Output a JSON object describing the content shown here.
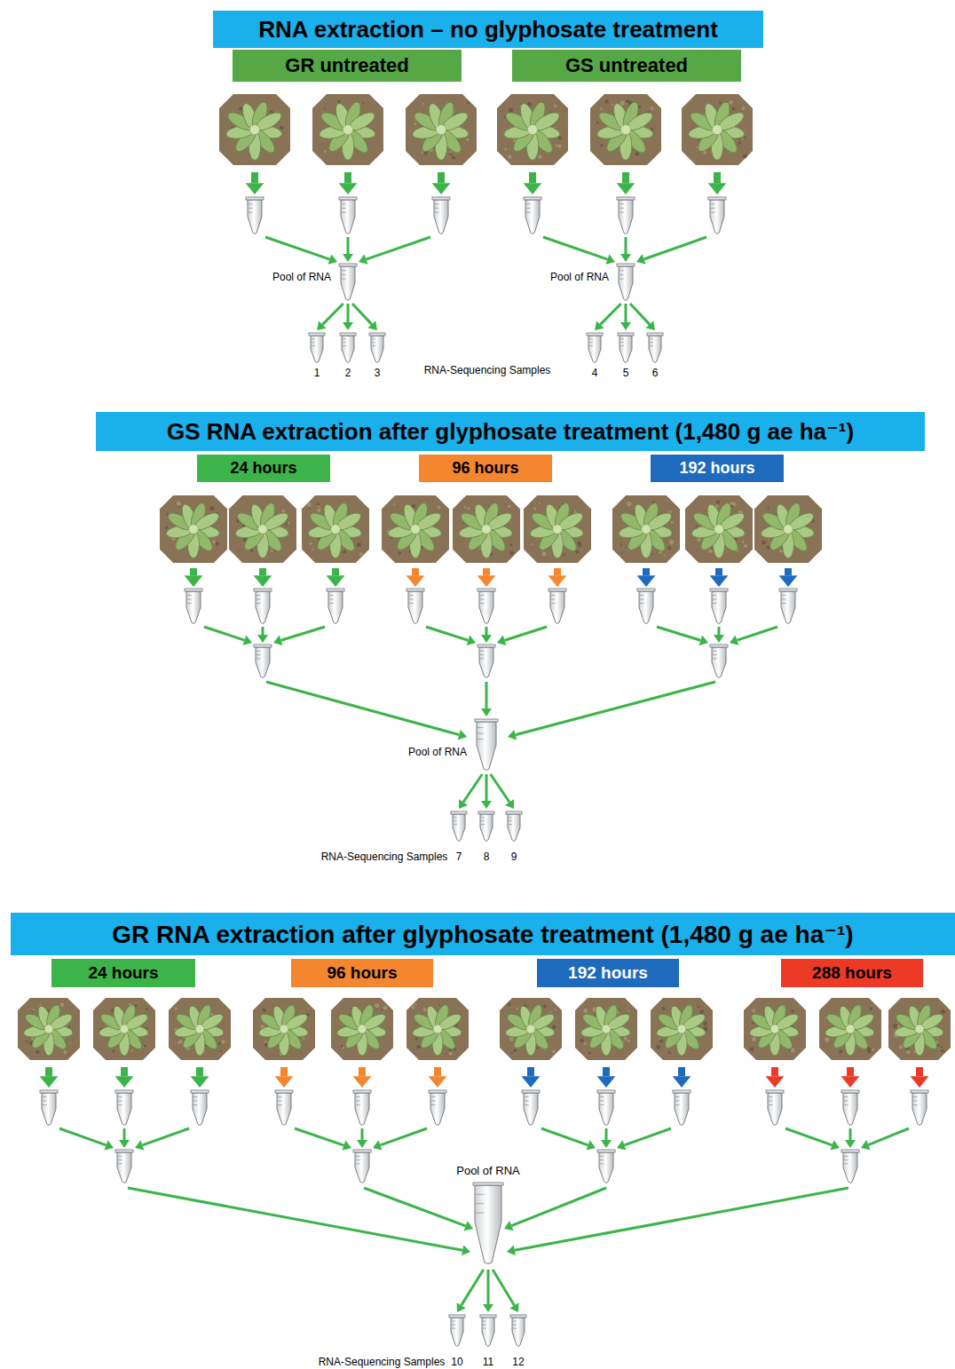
{
  "diagram": {
    "nodes": [
      {
        "text": [
          "RNA extraction – no glyphosate treatment"
        ]
      },
      {
        "text": [
          "GR untreated"
        ]
      },
      {
        "text": [
          "GS untreated"
        ]
      },
      {
        "text": [
          "GS RNA extraction after glyphosate treatment (1,480 g ae ha⁻¹)"
        ]
      },
      {
        "text": [
          "24 hours"
        ]
      },
      {
        "text": [
          "96 hours"
        ]
      },
      {
        "text": [
          "192 hours"
        ]
      },
      {
        "text": [
          "GR RNA extraction after glyphosate treatment (1,480 g ae ha⁻¹)"
        ]
      },
      {
        "text": [
          "24 hours"
        ]
      },
      {
        "text": [
          "96 hours"
        ]
      },
      {
        "text": [
          "192 hours"
        ]
      },
      {
        "text": [
          "288 hours"
        ]
      }
    ],
    "labels": [
      "Pool of RNA",
      "Pool of RNA",
      "1",
      "2",
      "3",
      "RNA-Sequencing Samples",
      "4",
      "5",
      "6",
      "Pool of RNA",
      "RNA-Sequencing Samples",
      "7",
      "8",
      "9",
      "Pool of RNA",
      "RNA-Sequencing Samples",
      "10",
      "11",
      "12"
    ]
  }
}
